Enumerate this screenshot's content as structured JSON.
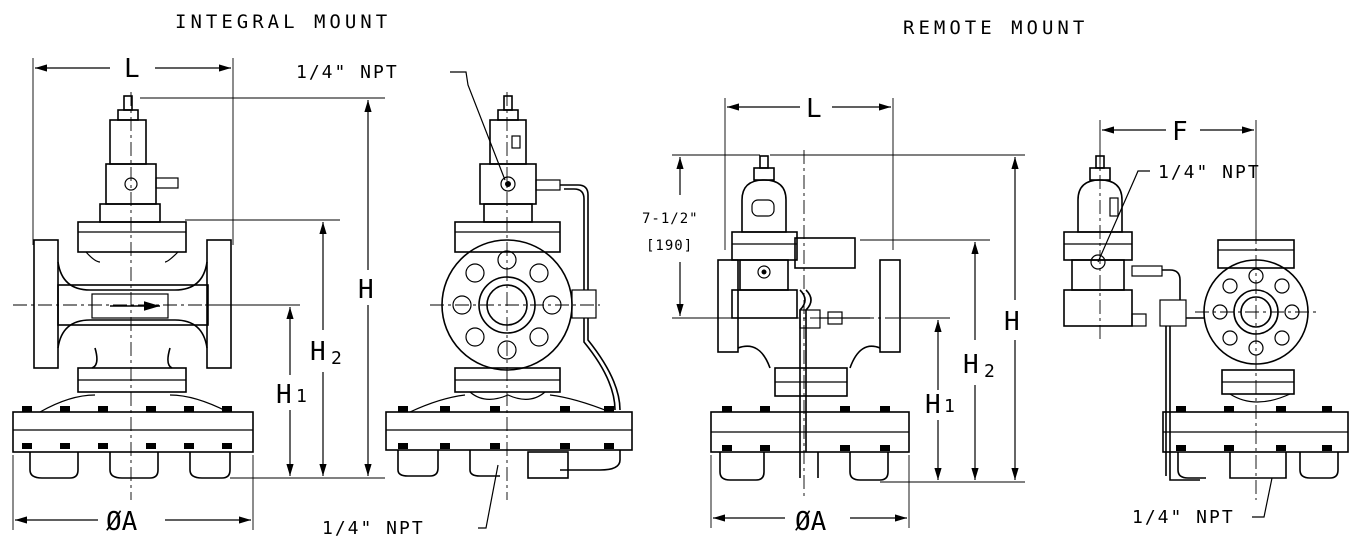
{
  "titles": {
    "integral": "INTEGRAL MOUNT",
    "remote": "REMOTE MOUNT"
  },
  "dimensions": {
    "L": "L",
    "H": "H",
    "H2": "H",
    "H2_sub": "2",
    "H1": "H",
    "H1_sub": "1",
    "diameter_A": "ØA",
    "F": "F",
    "remote_height": "7-1/2\"",
    "remote_height_metric": "[190]"
  },
  "callouts": {
    "npt": "1/4\" NPT"
  }
}
